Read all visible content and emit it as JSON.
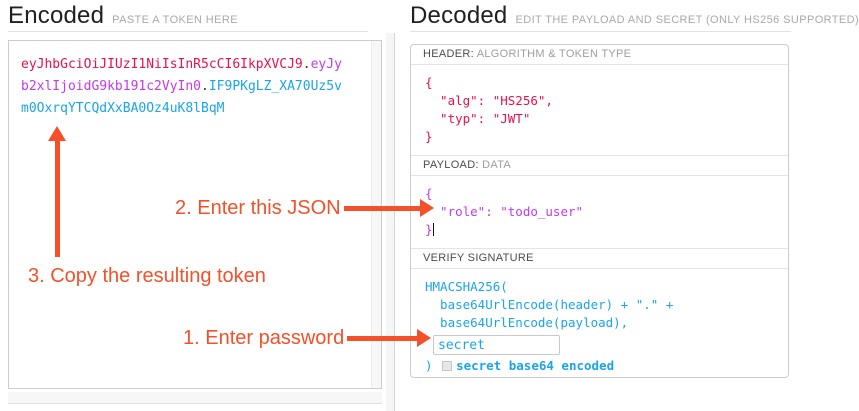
{
  "encoded": {
    "title": "Encoded",
    "subtitle": "PASTE A TOKEN HERE",
    "token": {
      "header_segment": "eyJhbGciOiJIUzI1NiIsInR5cCI6IkpXVCJ9",
      "dot1": ".",
      "payload_segment": "eyJyb2xlIjoidG9kb191c2VyIn0",
      "dot2": ".",
      "signature_segment": "IF9PKgLZ_XA70Uz5vm0OxrqYTCQdXxBA0Oz4uK8lBqM"
    }
  },
  "decoded": {
    "title": "Decoded",
    "subtitle": "EDIT THE PAYLOAD AND SECRET (ONLY HS256 SUPPORTED)",
    "header_section": {
      "label": "HEADER:",
      "sublabel": "ALGORITHM & TOKEN TYPE",
      "lines": [
        "{",
        "  \"alg\": \"HS256\",",
        "  \"typ\": \"JWT\"",
        "}"
      ]
    },
    "payload_section": {
      "label": "PAYLOAD:",
      "sublabel": "DATA",
      "lines": [
        "{",
        "  \"role\": \"todo_user\"",
        "}"
      ]
    },
    "signature_section": {
      "label": "VERIFY SIGNATURE",
      "lines": [
        "HMACSHA256(",
        "  base64UrlEncode(header) + \".\" +",
        "  base64UrlEncode(payload),"
      ],
      "secret_value": "secret",
      "close_paren": ") ",
      "checkbox_label": "secret base64 encoded"
    }
  },
  "annotations": {
    "step1": "1. Enter password",
    "step2": "2. Enter this JSON",
    "step3": "3. Copy the resulting token"
  },
  "colors": {
    "token_header": "#e8114e",
    "token_payload": "#c23af0",
    "token_signature": "#1ba5e8",
    "annotation_orange": "#f4502a"
  }
}
